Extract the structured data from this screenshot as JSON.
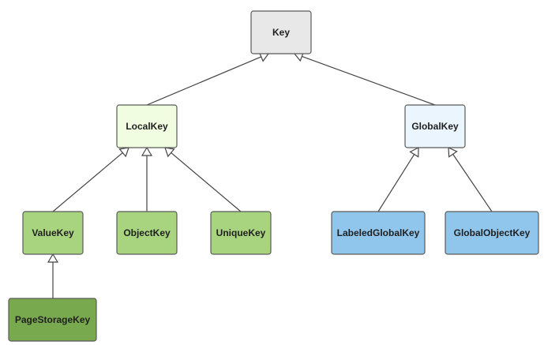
{
  "diagram": {
    "nodes": [
      {
        "id": "key",
        "label": "Key",
        "fill": "#e8e8e8"
      },
      {
        "id": "local-key",
        "label": "LocalKey",
        "fill": "#f1fde0"
      },
      {
        "id": "global-key",
        "label": "GlobalKey",
        "fill": "#eaf5fd"
      },
      {
        "id": "value-key",
        "label": "ValueKey",
        "fill": "#a9d47f"
      },
      {
        "id": "object-key",
        "label": "ObjectKey",
        "fill": "#a9d47f"
      },
      {
        "id": "unique-key",
        "label": "UniqueKey",
        "fill": "#a9d47f"
      },
      {
        "id": "labeled-global-key",
        "label": "LabeledGlobalKey",
        "fill": "#91c6ec"
      },
      {
        "id": "global-object-key",
        "label": "GlobalObjectKey",
        "fill": "#91c6ec"
      },
      {
        "id": "page-storage-key",
        "label": "PageStorageKey",
        "fill": "#79a94e"
      }
    ],
    "edges": [
      {
        "from": "local-key",
        "to": "key"
      },
      {
        "from": "global-key",
        "to": "key"
      },
      {
        "from": "value-key",
        "to": "local-key"
      },
      {
        "from": "object-key",
        "to": "local-key"
      },
      {
        "from": "unique-key",
        "to": "local-key"
      },
      {
        "from": "labeled-global-key",
        "to": "global-key"
      },
      {
        "from": "global-object-key",
        "to": "global-key"
      },
      {
        "from": "page-storage-key",
        "to": "value-key"
      }
    ]
  }
}
